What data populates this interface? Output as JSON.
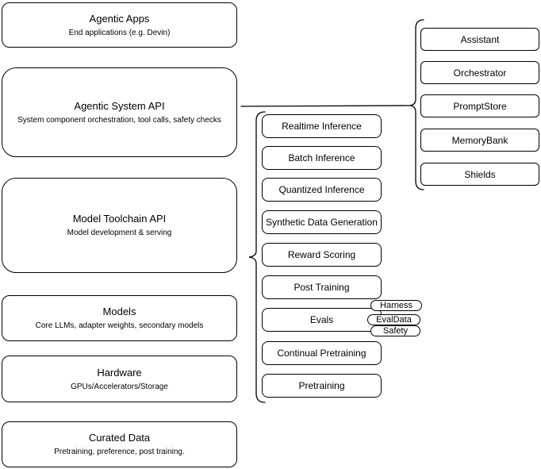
{
  "diagram": {
    "colors": {
      "stroke": "#000000",
      "background": "#ffffff",
      "text": "#000000"
    },
    "left_column": [
      {
        "title": "Agentic Apps",
        "subtitle": "End applications (e.g. Devin)"
      },
      {
        "title": "Agentic System API",
        "subtitle": "System component orchestration, tool calls, safety checks"
      },
      {
        "title": "Model Toolchain API",
        "subtitle": "Model development & serving"
      },
      {
        "title": "Models",
        "subtitle": "Core LLMs, adapter weights, secondary models"
      },
      {
        "title": "Hardware",
        "subtitle": "GPUs/Accelerators/Storage"
      },
      {
        "title": "Curated Data",
        "subtitle": "Pretraining, preference, post training."
      }
    ],
    "middle_column": [
      {
        "label": "Realtime Inference"
      },
      {
        "label": "Batch Inference"
      },
      {
        "label": "Quantized Inference"
      },
      {
        "label": "Synthetic Data Generation"
      },
      {
        "label": "Reward Scoring"
      },
      {
        "label": "Post Training"
      },
      {
        "label": "Evals"
      },
      {
        "label": "Continual Pretraining"
      },
      {
        "label": "Pretraining"
      }
    ],
    "evals_pills": [
      {
        "label": "Harness"
      },
      {
        "label": "EvalData"
      },
      {
        "label": "Safety"
      }
    ],
    "right_column": [
      {
        "label": "Assistant"
      },
      {
        "label": "Orchestrator"
      },
      {
        "label": "PromptStore"
      },
      {
        "label": "MemoryBank"
      },
      {
        "label": "Shields"
      }
    ]
  }
}
